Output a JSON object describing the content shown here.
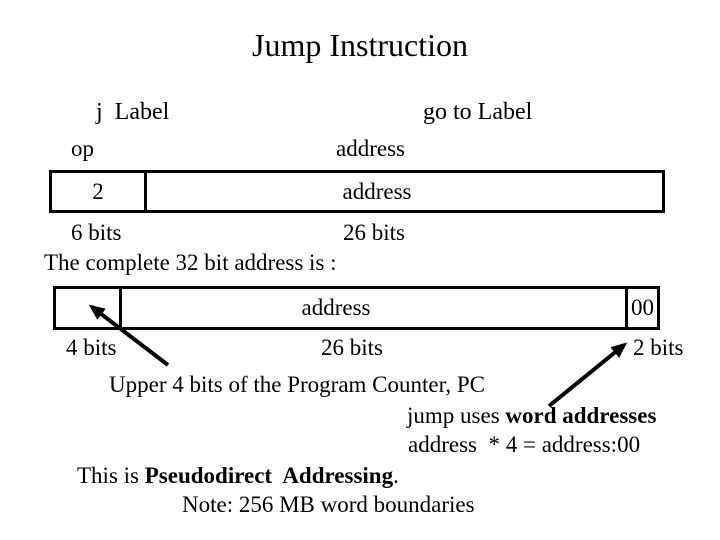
{
  "title": "Jump Instruction",
  "asm": "j  Label",
  "meaning": "go to Label",
  "labels": {
    "op": "op",
    "address": "address"
  },
  "box1": {
    "op_value": "2",
    "address_value": "address",
    "op_bits": "6 bits",
    "address_bits": "26 bits"
  },
  "complete_line": "The complete 32 bit address is :",
  "box2": {
    "address_value": "address",
    "zeros": "00",
    "pc_bits": "4 bits",
    "address_bits": "26 bits",
    "zero_bits": "2 bits"
  },
  "annotations": {
    "upper_bits": "Upper 4 bits of the Program Counter, PC",
    "jump_uses_prefix": "jump uses ",
    "jump_uses_bold": "word addresses",
    "address_calc": "address  * 4 = address:00",
    "this_is_prefix": "This is ",
    "this_is_bold": "Pseudodirect  Addressing",
    "this_is_suffix": ".",
    "note": "Note: 256 MB word boundaries"
  },
  "colors": {
    "ink": "#000000",
    "background": "#ffffff"
  }
}
